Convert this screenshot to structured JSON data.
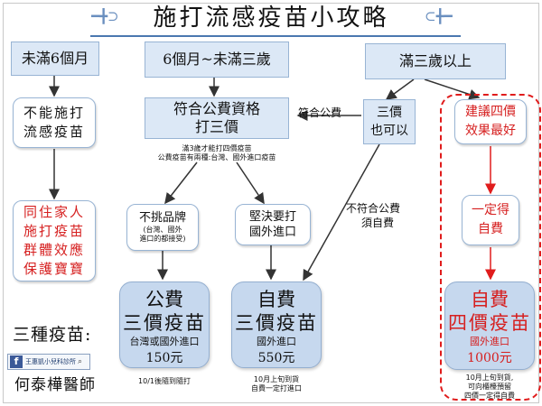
{
  "title": "施打流感疫苗小攻略",
  "age_groups": {
    "under_6m": "未滿6個月",
    "m6_to_3y": "6個月~未滿三歲",
    "over_3y": "滿三歲以上"
  },
  "under_6m_result": "不能施打流感疫苗",
  "under_6m_advice": "同住家人施打疫苗群體效應保護寶寶",
  "public_eligible": {
    "line1": "符合公費資格",
    "line2": "打三價"
  },
  "public_note": {
    "line1": "滿3歲才能打四價疫苗",
    "line2": "公費疫苗有兩種:台灣、國外進口疫苗"
  },
  "choice_any": {
    "main": "不挑品牌",
    "sub1": "(台灣、國外",
    "sub2": "進口的都接受)"
  },
  "choice_import": {
    "line1": "堅決要打",
    "line2": "國外進口"
  },
  "trivalent_ok": {
    "line1": "三價",
    "line2": "也可以"
  },
  "recommend_quad": {
    "line1": "建議四價",
    "line2": "效果最好"
  },
  "must_self_pay": {
    "line1": "一定得",
    "line2": "自費"
  },
  "edge_labels": {
    "eligible_public": "符合公費",
    "not_eligible": "不符合公費",
    "self_pay": "須自費"
  },
  "vaccines": {
    "heading": "三種疫苗:",
    "public_tri": {
      "kind": "公費",
      "name": "三價疫苗",
      "origin": "台灣或國外進口",
      "price": "150元",
      "note": "10/1後隨到隨打"
    },
    "self_tri": {
      "kind": "自費",
      "name": "三價疫苗",
      "origin": "國外進口",
      "price": "550元",
      "note1": "10月上旬到貨",
      "note2": "自費一定打進口"
    },
    "self_quad": {
      "kind": "自費",
      "name": "四價疫苗",
      "origin": "國外進口",
      "price": "1000元",
      "note1": "10月上旬到貨,",
      "note2": "可向櫃檯預留",
      "note3": "四價一定得自費"
    }
  },
  "brand": {
    "clinic": "王惠凱小兒科診所",
    "doctor": "何泰樺醫師"
  },
  "colors": {
    "blue_box": "#dce8f6",
    "border": "#98b4d4",
    "red": "#d62020",
    "arrow": "#333333"
  }
}
